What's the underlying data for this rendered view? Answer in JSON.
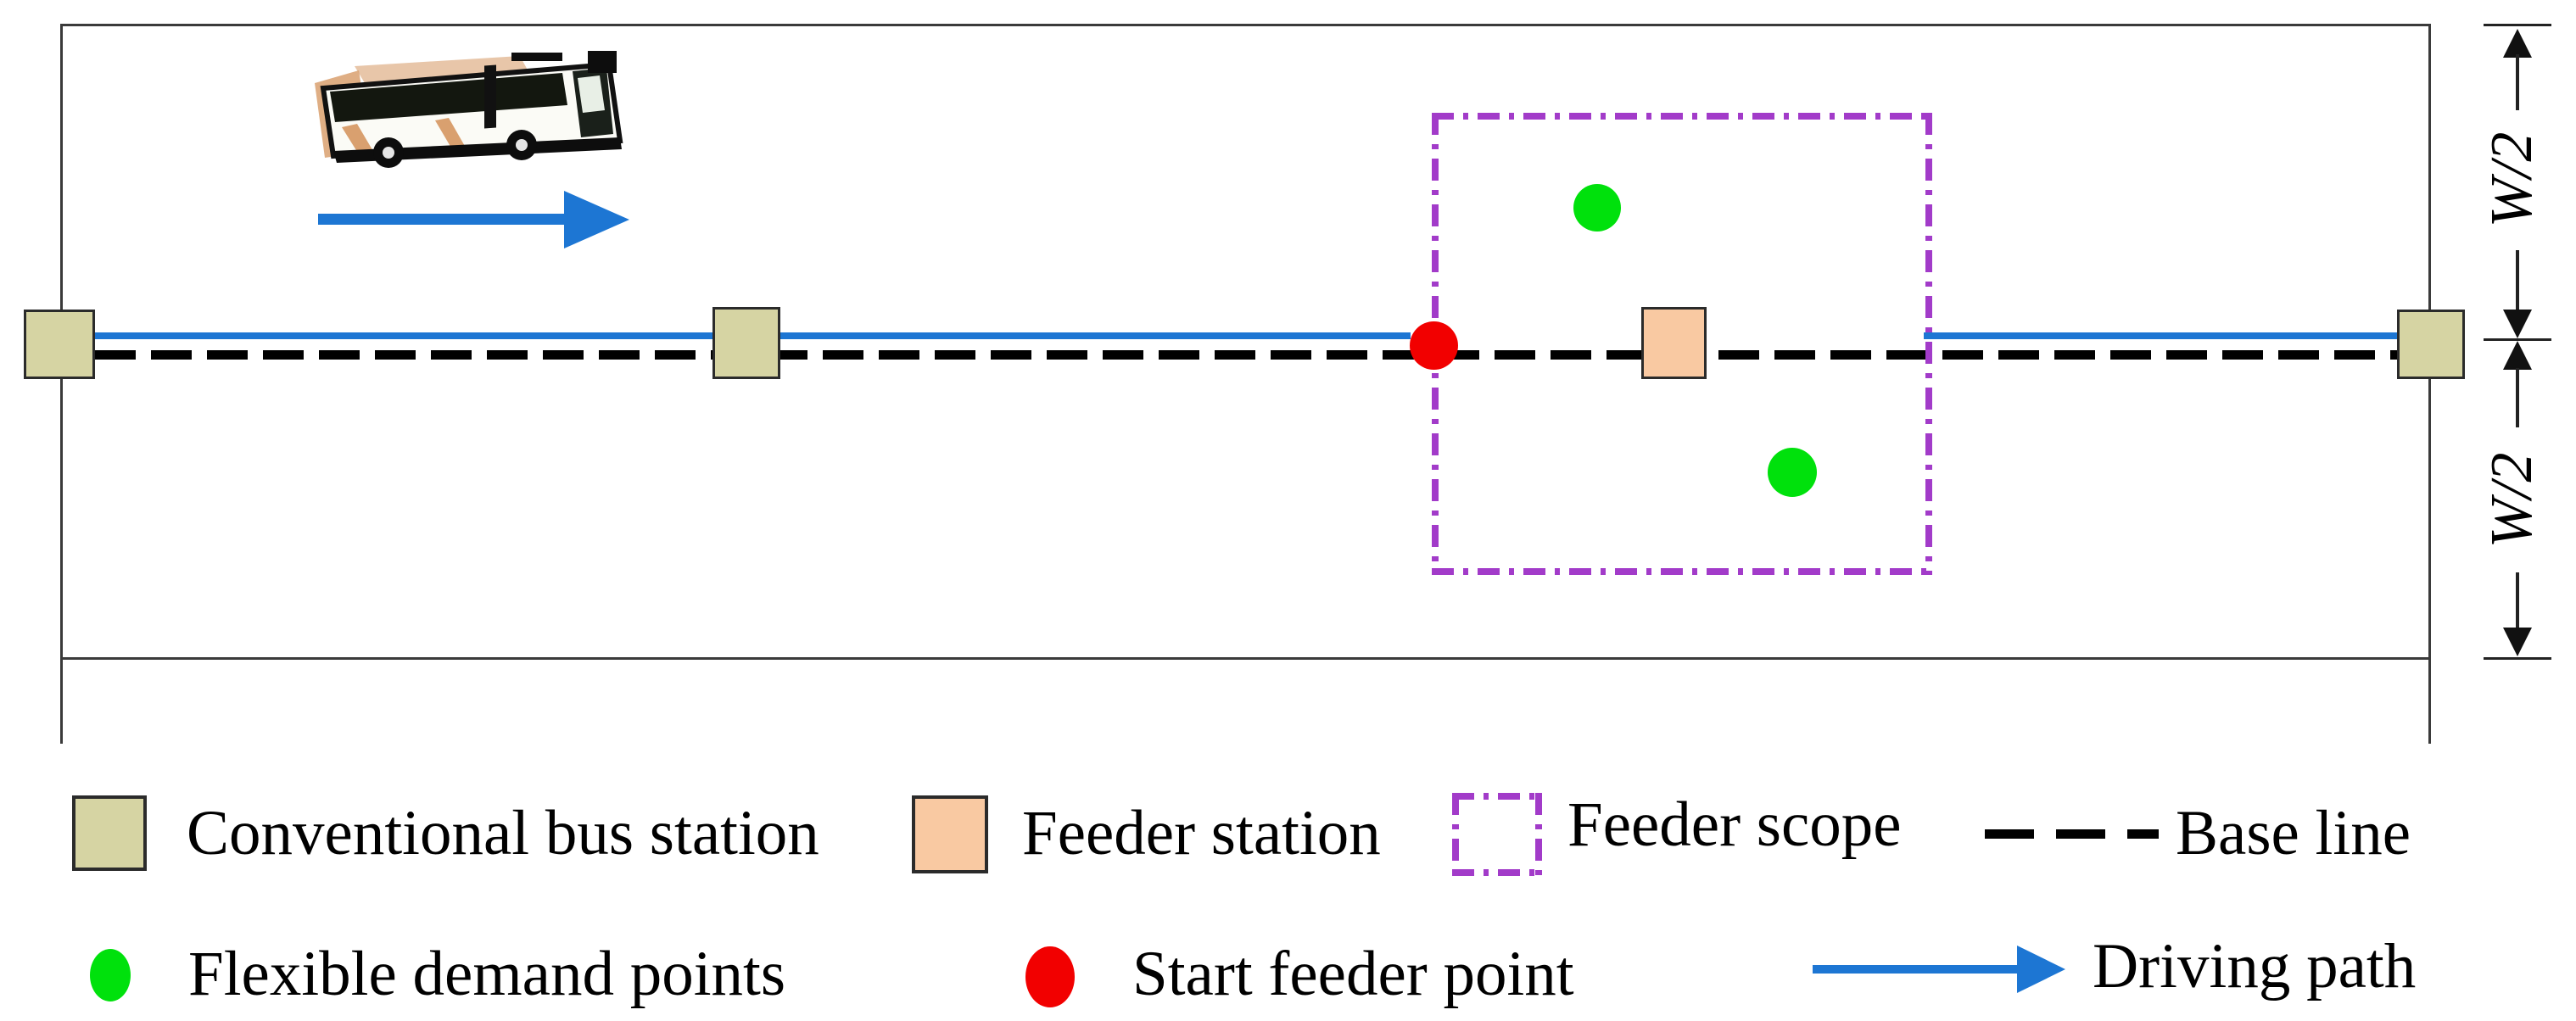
{
  "colors": {
    "driving_path_blue": "#1d76d3",
    "flexible_demand_green": "#00e10c",
    "start_feeder_red": "#f20000",
    "feeder_scope_purple": "#a23bc9",
    "conventional_station_fill": "#d6d4a3",
    "feeder_station_fill": "#f9c9a2",
    "base_line_black": "#000000"
  },
  "annotations": {
    "w_half_upper": "W/2",
    "w_half_lower": "W/2"
  },
  "legend": {
    "conventional_station": "Conventional bus station",
    "feeder_station": "Feeder station",
    "feeder_scope": "Feeder scope",
    "base_line": "Base line",
    "flexible_demand": "Flexible demand points",
    "start_feeder": "Start feeder point",
    "driving_path": "Driving path"
  },
  "diagram": {
    "conventional_station_count": 3,
    "feeder_station_count": 1,
    "flexible_demand_point_count": 2,
    "start_feeder_point_count": 1
  }
}
